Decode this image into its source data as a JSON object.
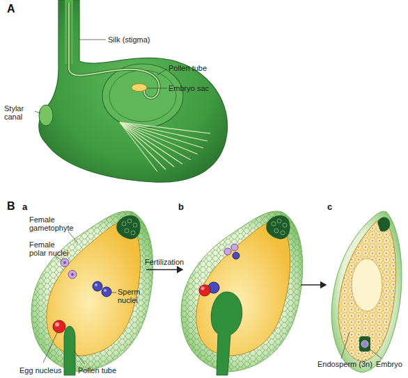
{
  "diagram": {
    "labels": [
      "A",
      "Silk (stigma)",
      "Stylar canal",
      "Pollen tube",
      "Embryo sac",
      "B",
      "a",
      "Female gametophyte",
      "Female polar nuclei",
      "Sperm nuclei",
      "Egg nucleus",
      "Pollen tube",
      "Fertilization",
      "b",
      "c",
      "Endosperm (3n)",
      "Embryo"
    ]
  }
}
